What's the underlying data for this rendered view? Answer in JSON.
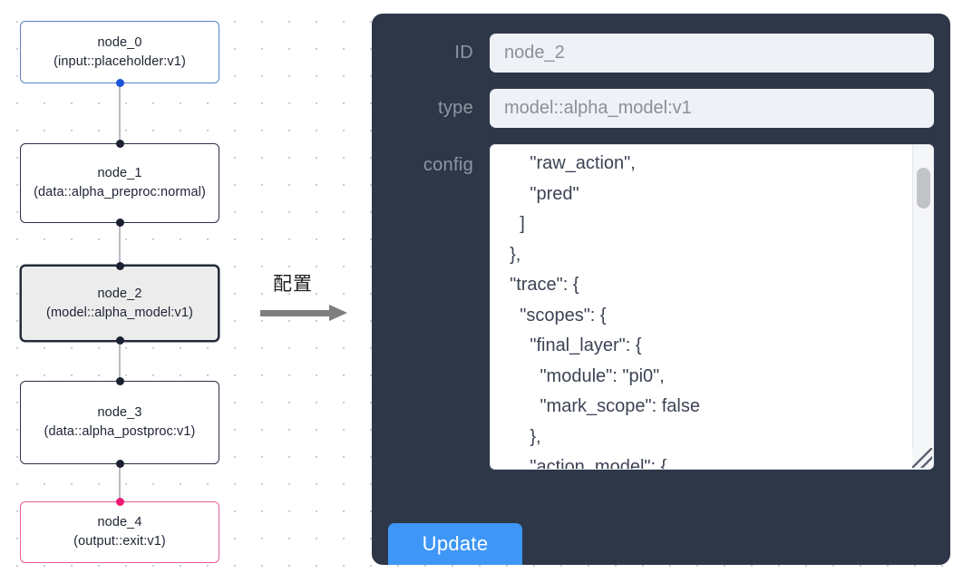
{
  "graph": {
    "nodes": [
      {
        "id": "node_0",
        "title": "node_0",
        "subtitle": "(input::placeholder:v1)",
        "kind": "input",
        "selected": false
      },
      {
        "id": "node_1",
        "title": "node_1",
        "subtitle": "(data::alpha_preproc:normal)",
        "kind": "default",
        "selected": false
      },
      {
        "id": "node_2",
        "title": "node_2",
        "subtitle": "(model::alpha_model:v1)",
        "kind": "model",
        "selected": true
      },
      {
        "id": "node_3",
        "title": "node_3",
        "subtitle": "(data::alpha_postproc:v1)",
        "kind": "default",
        "selected": false
      },
      {
        "id": "node_4",
        "title": "node_4",
        "subtitle": "(output::exit:v1)",
        "kind": "output",
        "selected": false
      }
    ],
    "edges": [
      {
        "from": "node_0",
        "to": "node_1"
      },
      {
        "from": "node_1",
        "to": "node_2"
      },
      {
        "from": "node_2",
        "to": "node_3"
      },
      {
        "from": "node_3",
        "to": "node_4"
      }
    ],
    "colors": {
      "input_border": "#5b7fc7",
      "output_border": "#e2609c",
      "default_border": "#2b3245",
      "selected_fill": "#ececec",
      "edge": "#b9bcc3",
      "handle": "#1b2132",
      "handle_input": "#1a53d8",
      "handle_output": "#ec1a76"
    }
  },
  "connector": {
    "label": "配置",
    "arrow": "right-arrow",
    "color": "#7f7f7f"
  },
  "panel": {
    "background": "#2e3748",
    "fields": [
      {
        "key": "id",
        "label": "ID",
        "value": "node_2"
      },
      {
        "key": "type",
        "label": "type",
        "value": "model::alpha_model:v1"
      },
      {
        "key": "config",
        "label": "config",
        "value": ""
      }
    ],
    "id_label": "ID",
    "id_value": "node_2",
    "type_label": "type",
    "type_value": "model::alpha_model:v1",
    "config_label": "config",
    "config_value": "      \"raw_action\",\n      \"pred\"\n    ]\n  },\n  \"trace\": {\n    \"scopes\": {\n      \"final_layer\": {\n        \"module\": \"pi0\",\n        \"mark_scope\": false\n      },\n      \"action_model\": {",
    "scrollbar": {
      "thumb_position": "top"
    },
    "update_button": {
      "label": "Update",
      "color": "#3e96f7"
    }
  }
}
